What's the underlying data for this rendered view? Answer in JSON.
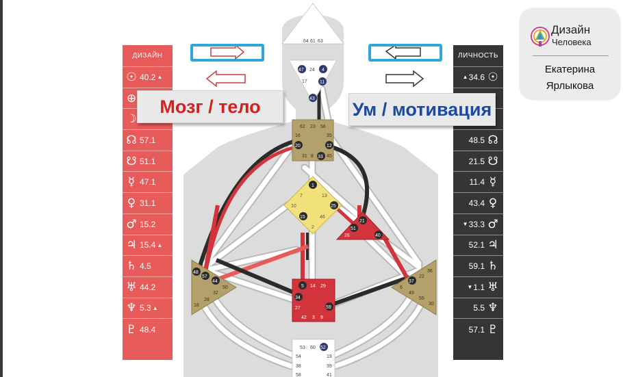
{
  "design": {
    "header": "ДИЗАЙН",
    "rows": [
      {
        "glyph": "☉",
        "value": "40.2",
        "mark": "▲",
        "glyph_name": "sun-icon"
      },
      {
        "glyph": "⊕",
        "value": "",
        "mark": "",
        "glyph_name": "earth-icon"
      },
      {
        "glyph": "☽",
        "value": "",
        "mark": "",
        "glyph_name": "moon-icon"
      },
      {
        "glyph": "☊",
        "value": "57.1",
        "mark": "",
        "glyph_name": "north-node-icon"
      },
      {
        "glyph": "☋",
        "value": "51.1",
        "mark": "",
        "glyph_name": "south-node-icon"
      },
      {
        "glyph": "☿",
        "value": "47.1",
        "mark": "",
        "glyph_name": "mercury-icon"
      },
      {
        "glyph": "♀",
        "value": "31.1",
        "mark": "",
        "glyph_name": "venus-icon"
      },
      {
        "glyph": "♂",
        "value": "15.2",
        "mark": "",
        "glyph_name": "mars-icon"
      },
      {
        "glyph": "♃",
        "value": "15.4",
        "mark": "▲",
        "glyph_name": "jupiter-icon"
      },
      {
        "glyph": "♄",
        "value": "4.5",
        "mark": "",
        "glyph_name": "saturn-icon"
      },
      {
        "glyph": "♅",
        "value": "44.2",
        "mark": "",
        "glyph_name": "uranus-icon"
      },
      {
        "glyph": "♆",
        "value": "5.3",
        "mark": "▲",
        "glyph_name": "neptune-icon"
      },
      {
        "glyph": "♇",
        "value": "48.4",
        "mark": "",
        "glyph_name": "pluto-icon"
      }
    ]
  },
  "personality": {
    "header": "ЛИЧНОСТЬ",
    "rows": [
      {
        "glyph": "☉",
        "value": "34.6",
        "mark": "▲",
        "glyph_name": "sun-icon"
      },
      {
        "glyph": "",
        "value": "",
        "mark": "",
        "glyph_name": "earth-icon"
      },
      {
        "glyph": "",
        "value": "",
        "mark": "",
        "glyph_name": "moon-icon"
      },
      {
        "glyph": "☊",
        "value": "48.5",
        "mark": "",
        "glyph_name": "north-node-icon"
      },
      {
        "glyph": "☋",
        "value": "21.5",
        "mark": "",
        "glyph_name": "south-node-icon"
      },
      {
        "glyph": "☿",
        "value": "11.4",
        "mark": "",
        "glyph_name": "mercury-icon"
      },
      {
        "glyph": "♀",
        "value": "43.4",
        "mark": "",
        "glyph_name": "venus-icon"
      },
      {
        "glyph": "♂",
        "value": "33.3",
        "mark": "▼",
        "glyph_name": "mars-icon"
      },
      {
        "glyph": "♃",
        "value": "52.1",
        "mark": "",
        "glyph_name": "jupiter-icon"
      },
      {
        "glyph": "♄",
        "value": "59.1",
        "mark": "",
        "glyph_name": "saturn-icon"
      },
      {
        "glyph": "♅",
        "value": "1.1",
        "mark": "▼",
        "glyph_name": "uranus-icon"
      },
      {
        "glyph": "♆",
        "value": "5.5",
        "mark": "",
        "glyph_name": "neptune-icon"
      },
      {
        "glyph": "♇",
        "value": "57.1",
        "mark": "",
        "glyph_name": "pluto-icon"
      }
    ]
  },
  "labels": {
    "body": "Мозг / тело",
    "mind": "Ум / мотивация"
  },
  "logo": {
    "brand_line1": "Дизайн",
    "brand_line2": "Человека",
    "author_line1": "Екатерина",
    "author_line2": "Ярлыкова"
  },
  "centers": {
    "head": [
      "64",
      "61",
      "63"
    ],
    "ajna": [
      "47",
      "24",
      "4",
      "17",
      "11",
      "43"
    ],
    "throat": [
      "62",
      "23",
      "56",
      "16",
      "35",
      "20",
      "12",
      "31",
      "8",
      "33",
      "45"
    ],
    "g": [
      "1",
      "7",
      "13",
      "10",
      "25",
      "15",
      "46",
      "2"
    ],
    "heart": [
      "21",
      "51",
      "26",
      "40"
    ],
    "spleen": [
      "48",
      "57",
      "44",
      "50",
      "32",
      "28",
      "18"
    ],
    "solar": [
      "36",
      "22",
      "37",
      "6",
      "49",
      "55",
      "30"
    ],
    "sacral": [
      "5",
      "14",
      "29",
      "34",
      "27",
      "59",
      "42",
      "3",
      "9"
    ],
    "root": [
      "53",
      "60",
      "52",
      "54",
      "19",
      "38",
      "39",
      "58",
      "41"
    ]
  },
  "colors": {
    "design": "#e85b5b",
    "personality": "#343535",
    "arrow_box": "#2da8d8",
    "body_label": "#d52020",
    "mind_label": "#1d49a6",
    "defined_gold": "#b4a06a",
    "defined_yellow": "#f2e07a",
    "defined_red": "#d2343c"
  }
}
